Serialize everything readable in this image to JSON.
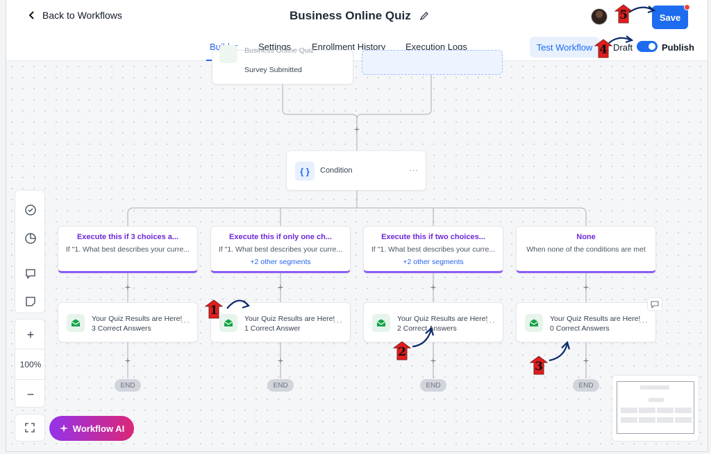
{
  "header": {
    "back_label": "Back to Workflows",
    "title": "Business Online Quiz",
    "save_label": "Save"
  },
  "tabs": [
    {
      "label": "Builder",
      "active": true
    },
    {
      "label": "Settings"
    },
    {
      "label": "Enrollment History"
    },
    {
      "label": "Execution Logs"
    }
  ],
  "toolbar": {
    "test_label": "Test Workflow",
    "draft_label": "Draft",
    "publish_label": "Publish",
    "publish_on": true
  },
  "trigger": {
    "line1": "Business Online Quiz",
    "line2": "Survey Submitted"
  },
  "condition": {
    "label": "Condition"
  },
  "branches": [
    {
      "title": "Execute this if 3 choices a...",
      "desc": "If \"1. What best describes your curre...",
      "segments": ""
    },
    {
      "title": "Execute this if only one ch...",
      "desc": "If \"1. What best describes your curre...",
      "segments": "+2 other segments"
    },
    {
      "title": "Execute this if two choices...",
      "desc": "If \"1. What best describes your curre...",
      "segments": "+2 other segments"
    },
    {
      "title": "None",
      "desc": "When none of the conditions are met",
      "segments": ""
    }
  ],
  "actions": [
    {
      "line1": "Your Quiz Results are Here!",
      "line2": "3 Correct Answers"
    },
    {
      "line1": "Your Quiz Results are Here!",
      "line2": "1 Correct Answer"
    },
    {
      "line1": "Your Quiz Results are Here!",
      "line2": "2 Correct Answers"
    },
    {
      "line1": "Your Quiz Results are Here!",
      "line2": "0 Correct Answers"
    }
  ],
  "end_label": "END",
  "zoom": {
    "level": "100%",
    "plus": "+",
    "minus": "−"
  },
  "ai_label": "Workflow AI",
  "markers": [
    "1",
    "2",
    "3",
    "4",
    "5"
  ],
  "colors": {
    "accent": "#1d6cf0",
    "branch": "#8b5cf6",
    "marker": "#e11d1d",
    "arrow": "#0b2a6b"
  }
}
